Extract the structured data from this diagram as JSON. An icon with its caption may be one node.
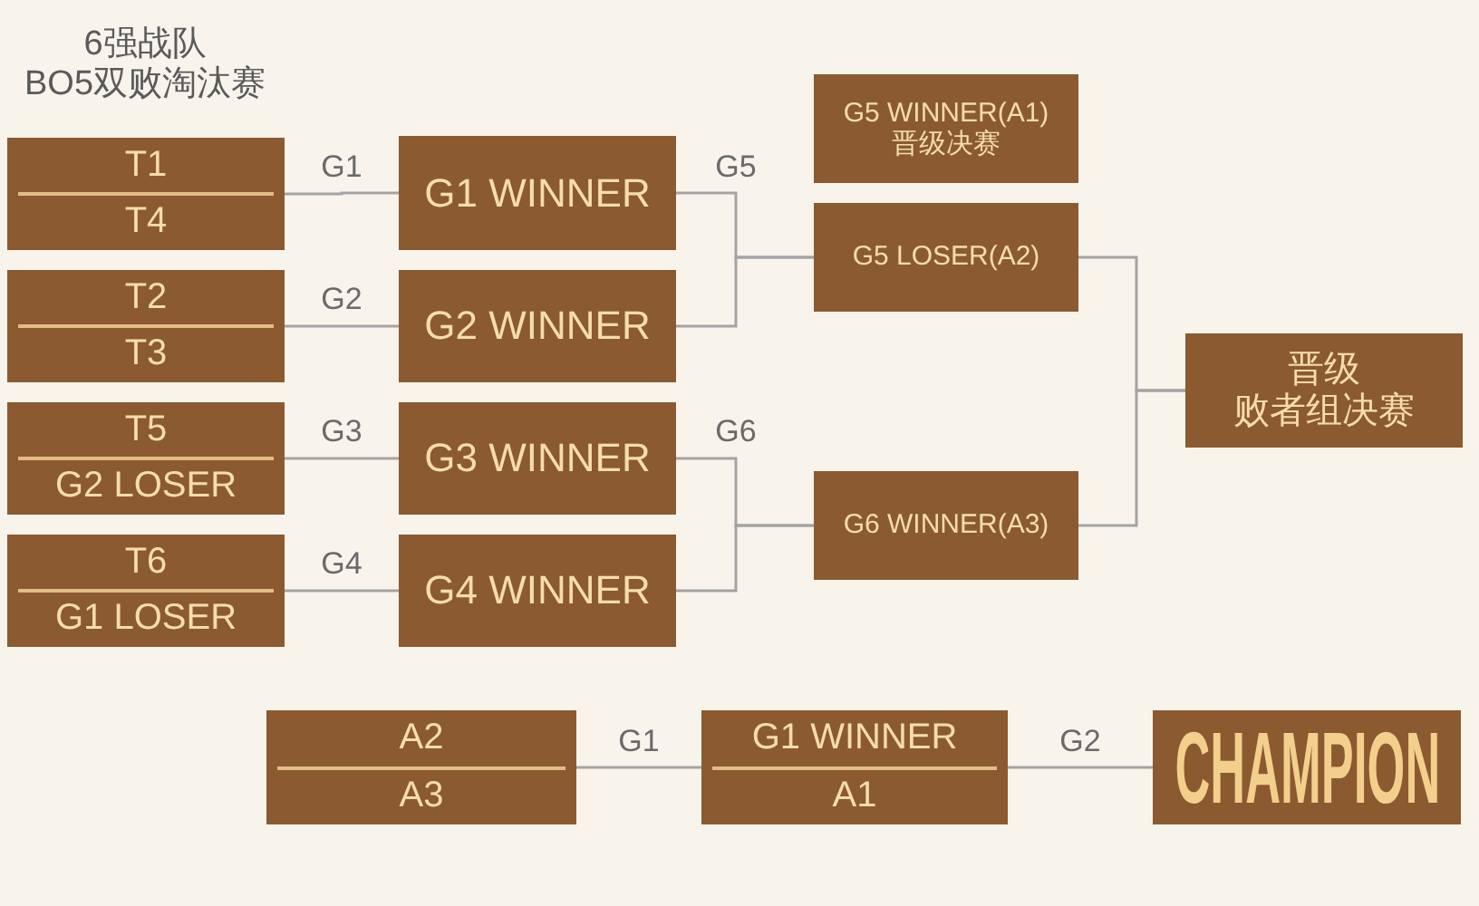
{
  "diagram": {
    "title": "6强战队 BO5双败淘汰赛",
    "nodes": [
      {
        "text": [
          "T1",
          "T4"
        ]
      },
      {
        "text": [
          "T2",
          "T3"
        ]
      },
      {
        "text": [
          "T5",
          "G2 LOSER"
        ]
      },
      {
        "text": [
          "T6",
          "G1 LOSER"
        ]
      },
      {
        "text": [
          "G1 WINNER"
        ]
      },
      {
        "text": [
          "G2 WINNER"
        ]
      },
      {
        "text": [
          "G3 WINNER"
        ]
      },
      {
        "text": [
          "G4 WINNER"
        ]
      },
      {
        "text": [
          "G5 WINNER(A1)",
          "晋级决赛"
        ]
      },
      {
        "text": [
          "G5 LOSER(A2)"
        ]
      },
      {
        "text": [
          "G6 WINNER(A3)"
        ]
      },
      {
        "text": [
          "晋级",
          "败者组决赛"
        ]
      },
      {
        "text": [
          "A2",
          "A3"
        ]
      },
      {
        "text": [
          "G1 WINNER",
          "A1"
        ]
      },
      {
        "text": [
          "CHAMPION"
        ]
      }
    ],
    "edges": [
      {
        "from": 0,
        "to": 4,
        "arrow": "none",
        "label": "G1"
      },
      {
        "from": 1,
        "to": 5,
        "arrow": "none",
        "label": "G2"
      },
      {
        "from": 2,
        "to": 6,
        "arrow": "none",
        "label": "G3"
      },
      {
        "from": 3,
        "to": 7,
        "arrow": "none",
        "label": "G4"
      },
      {
        "from": 4,
        "to": 9,
        "arrow": "none",
        "label": "G5"
      },
      {
        "from": 5,
        "to": 9,
        "arrow": "none"
      },
      {
        "from": 6,
        "to": 10,
        "arrow": "none",
        "label": "G6"
      },
      {
        "from": 7,
        "to": 10,
        "arrow": "none"
      },
      {
        "from": 9,
        "to": 11,
        "arrow": "none"
      },
      {
        "from": 10,
        "to": 11,
        "arrow": "none"
      },
      {
        "from": 12,
        "to": 13,
        "arrow": "none",
        "label": "G1"
      },
      {
        "from": 13,
        "to": 14,
        "arrow": "none",
        "label": "G2"
      }
    ]
  }
}
